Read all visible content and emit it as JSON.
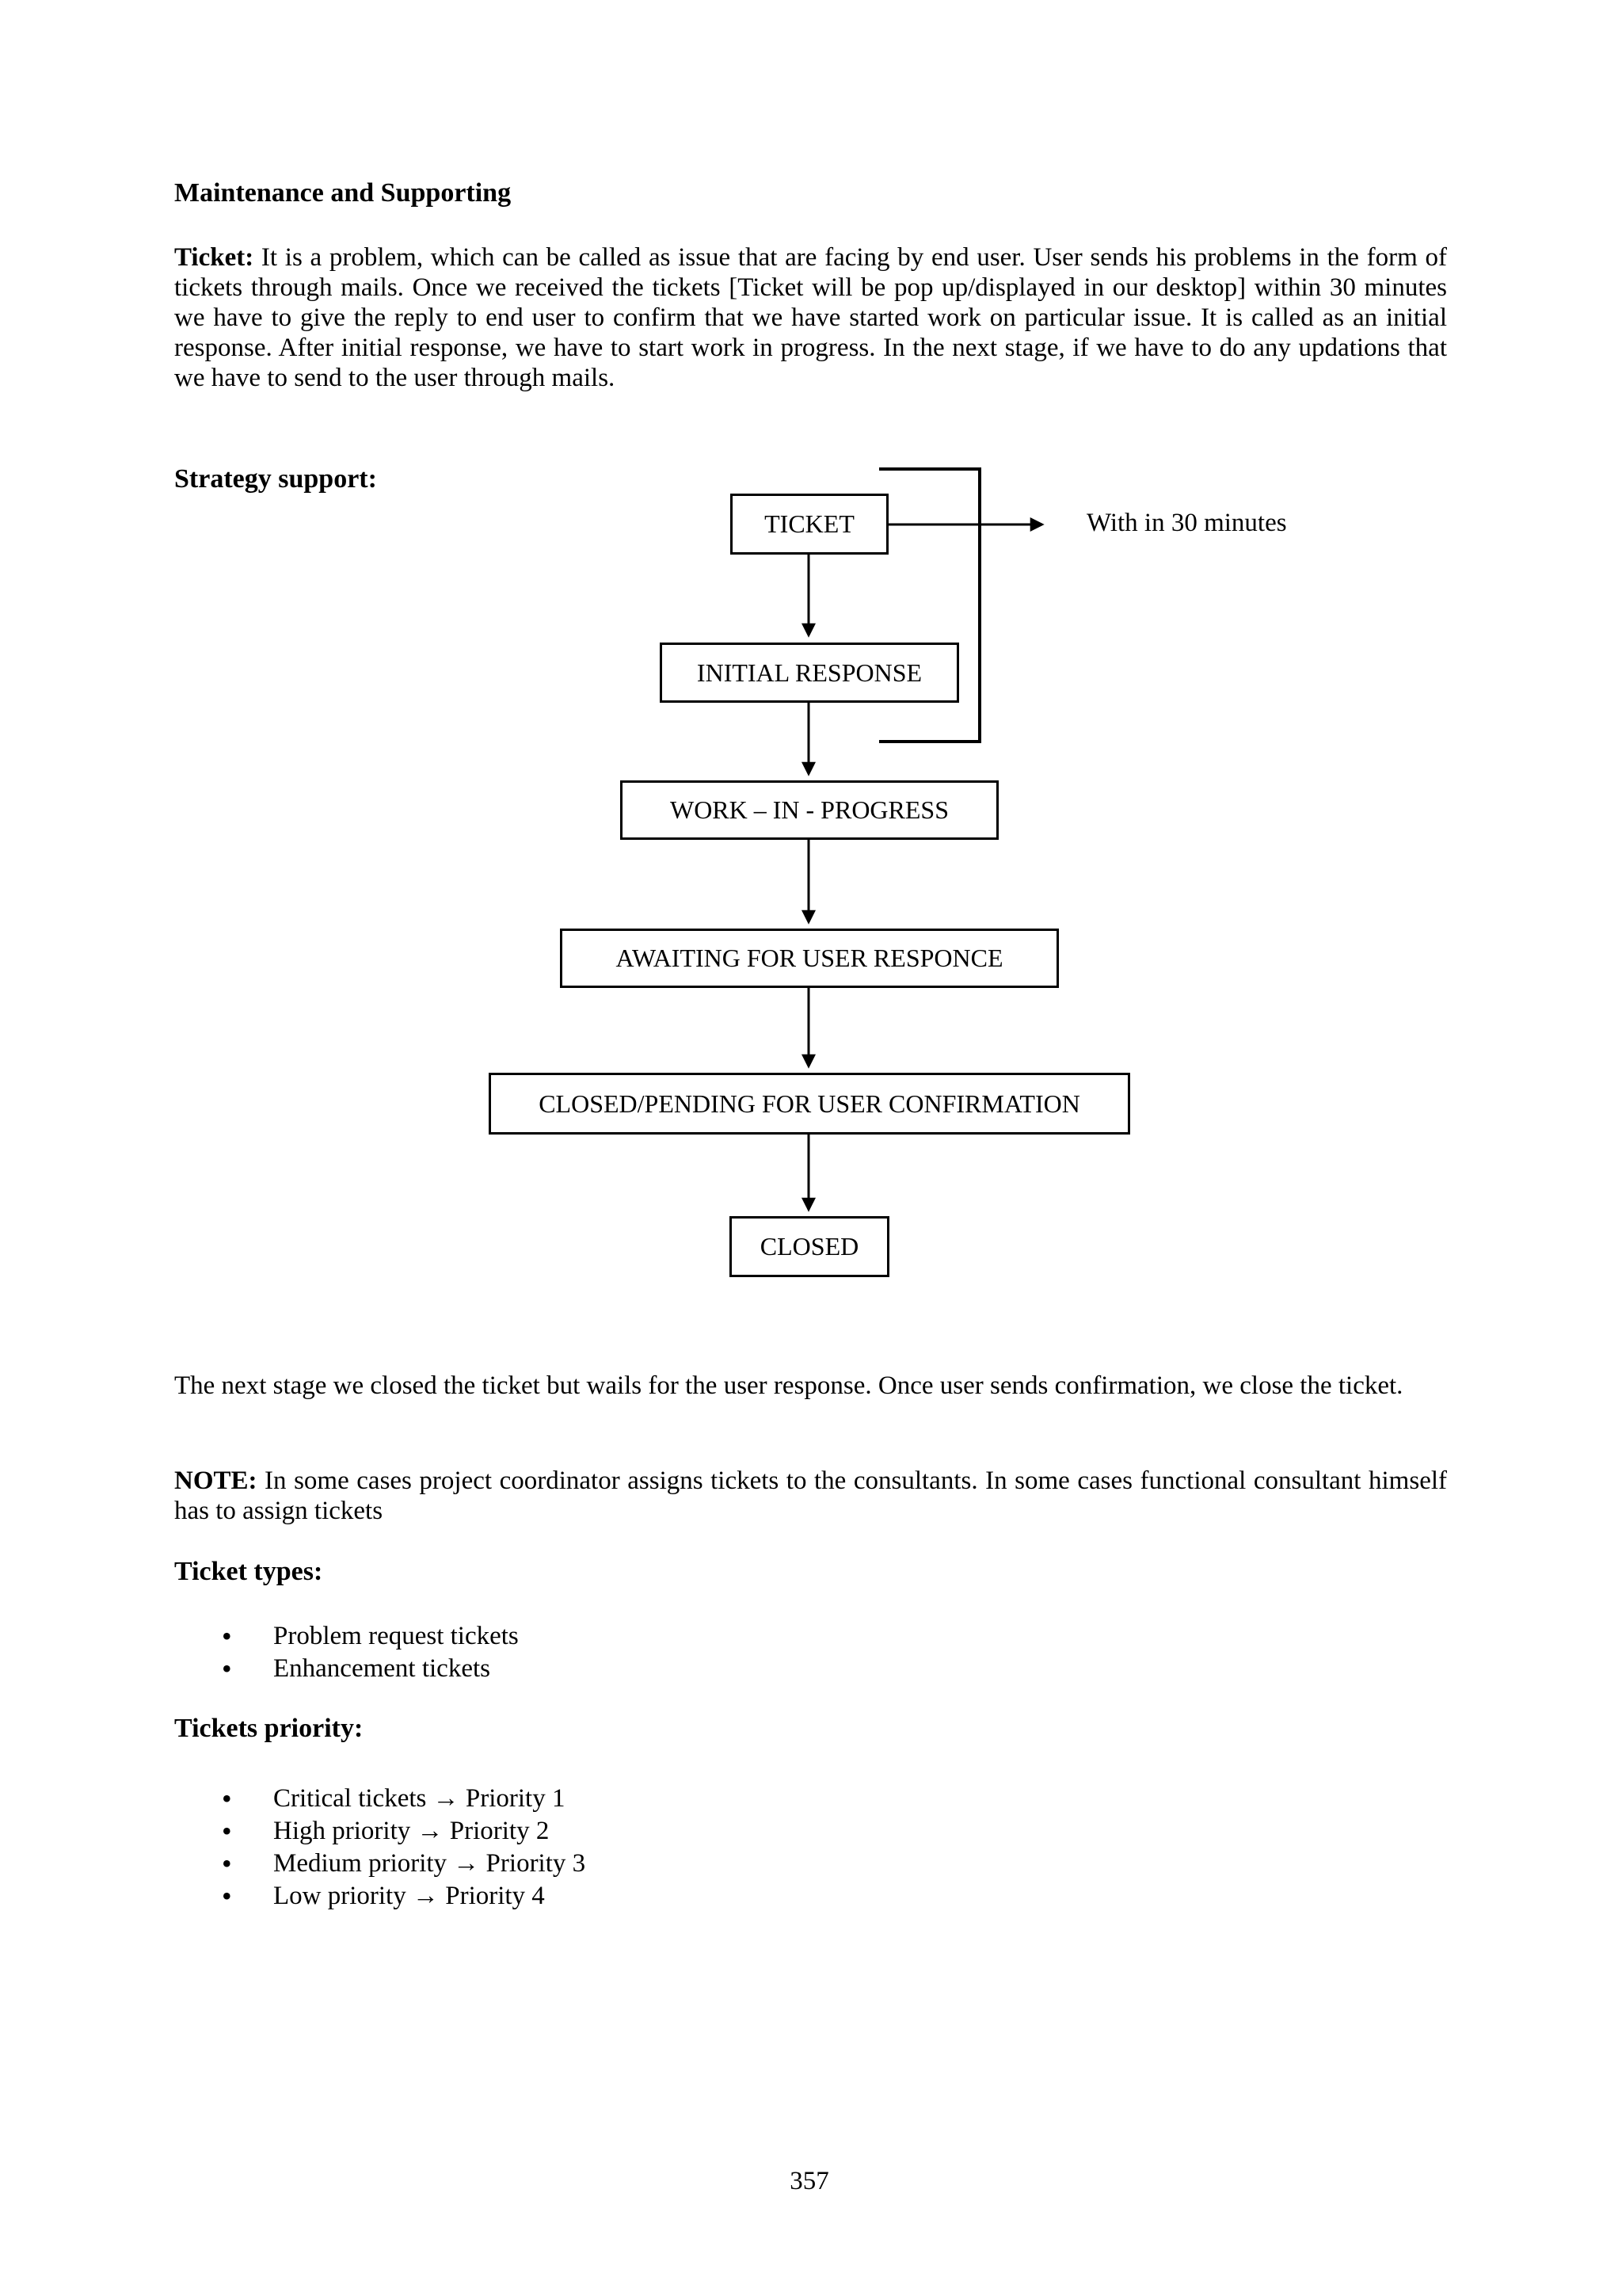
{
  "colors": {
    "text": "#000000",
    "background": "#ffffff"
  },
  "doc": {
    "heading": "Maintenance and Supporting",
    "intro": {
      "lead": "Ticket:",
      "body": " It is a problem, which can be called as issue that are facing by end user.  User sends his problems in the form of tickets through mails. Once we received the tickets [Ticket will be pop up/displayed in our desktop] within 30 minutes we have to give the reply to end user to confirm that we have started work on particular issue.  It is called as an initial response.  After initial response, we have to start work in progress. In the next stage, if we have to do any updations that we have to send to the user through mails."
    },
    "strategy_heading": "Strategy support:",
    "flowchart": {
      "annotation": "With in 30 minutes",
      "nodes": [
        {
          "label": "TICKET"
        },
        {
          "label": "INITIAL RESPONSE"
        },
        {
          "label": "WORK – IN - PROGRESS"
        },
        {
          "label": "AWAITING FOR USER RESPONCE"
        },
        {
          "label": "CLOSED/PENDING FOR USER CONFIRMATION"
        },
        {
          "label": "CLOSED"
        }
      ]
    },
    "closing_paragraph": "The next stage we closed the ticket but wails for the user response. Once user sends confirmation, we close the ticket.",
    "note": {
      "lead": "NOTE:",
      "body": " In some cases project coordinator assigns tickets to the consultants.  In some cases functional consultant himself has to assign tickets"
    },
    "ticket_types": {
      "heading": "Ticket types:",
      "items": [
        "Problem request tickets",
        "Enhancement tickets"
      ]
    },
    "tickets_priority": {
      "heading": "Tickets priority:",
      "items": [
        "Critical tickets → Priority 1",
        "High priority → Priority 2",
        "Medium priority → Priority 3",
        "Low priority → Priority 4"
      ]
    },
    "page_number": "357"
  }
}
